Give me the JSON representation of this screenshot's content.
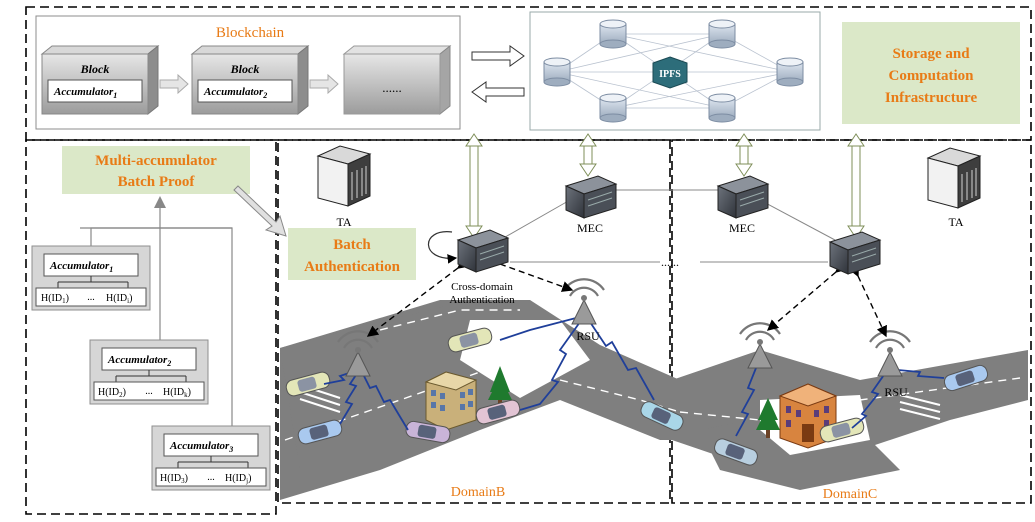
{
  "blockchain": {
    "title": "Blockchain",
    "blocks": [
      {
        "label": "Block",
        "acc": "Accumulator",
        "sub": "1"
      },
      {
        "label": "Block",
        "acc": "Accumulator",
        "sub": "2"
      }
    ],
    "ellipsis": "......"
  },
  "ipfs": {
    "label": "IPFS"
  },
  "infrastructure": {
    "line1": "Storage and",
    "line2": "Computation",
    "line3": "Infrastructure"
  },
  "batch_proof": {
    "line1": "Multi-accumulator",
    "line2": "Batch Proof"
  },
  "batch_auth": {
    "line1": "Batch",
    "line2": "Authentication"
  },
  "accumulators": [
    {
      "acc": "Accumulator",
      "sub": "1",
      "h_left": "H(ID",
      "h_left_sub": "1",
      "dots": "...",
      "h_right": "H(ID",
      "h_right_sub": "i"
    },
    {
      "acc": "Accumulator",
      "sub": "2",
      "h_left": "H(ID",
      "h_left_sub": "2",
      "dots": "...",
      "h_right": "H(ID",
      "h_right_sub": "k"
    },
    {
      "acc": "Accumulator",
      "sub": "3",
      "h_left": "H(ID",
      "h_left_sub": "3",
      "dots": "...",
      "h_right": "H(ID",
      "h_right_sub": "j"
    }
  ],
  "labels": {
    "ta_left": "TA",
    "ta_right": "TA",
    "mec_left": "MEC",
    "mec_right": "MEC",
    "cross_domain_1": "Cross-domain",
    "cross_domain_2": "Authentication",
    "rsu_b": "RSU",
    "rsu_c": "RSU",
    "domain_b": "DomainB",
    "domain_c": "DomainC",
    "link_dots": "......"
  },
  "colors": {
    "orange": "#e87b16",
    "label_bg": "#dbe8c8",
    "road": "#7f7f7f",
    "server": "#4a4f57",
    "wireless": "#1f3f9a"
  }
}
